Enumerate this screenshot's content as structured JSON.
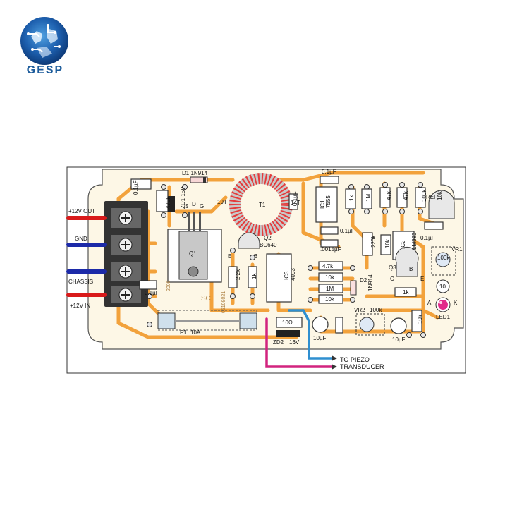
{
  "logo": {
    "text": "GESP"
  },
  "terminals": {
    "out": "+12V OUT",
    "gnd": "GND",
    "chassis": "CHASSIS",
    "in": "+12V IN"
  },
  "components": {
    "d1": "D1 1N914",
    "zd1": "ZD1 15V",
    "t1": "T1",
    "turns19": "19T",
    "turns14": "14T",
    "q1": "Q1",
    "q1_s": "S",
    "q1_d": "D",
    "q1_g": "G",
    "q2": "Q2",
    "q2_type": "BC640",
    "q3": "Q3",
    "ic1": "IC1",
    "ic1_type": "7555",
    "ic2": "IC2",
    "ic2_type": "LM393",
    "ic3": "IC3",
    "ic3_type": "4093",
    "r470k": "470k",
    "r2k2": "2.2k",
    "r1k_a": "1k",
    "r1k_b": "1k",
    "r1m_a": "1M",
    "r1m_b": "1M",
    "r47k_a": "47k",
    "r47k_b": "47k",
    "r100k": "100k",
    "r10k_a": "10k",
    "r10k_b": "10k",
    "r10k_c": "10k",
    "r10k_d": "10k",
    "r10k_e": "10k",
    "r4k7": "4.7k",
    "r220k": "220k",
    "r1k_c": "1k",
    "r10ohm": "10Ω",
    "c01_a": "0.1µF",
    "c01_b": "0.1µF",
    "c01_c": "0.1µF",
    "c01_d": "0.1µF",
    "c01_e": "0.1µF",
    "c01_f": "0.1µF",
    "c0015": ".0015µF",
    "c10_a": "10µF",
    "c10_b": "10µF",
    "vr1": "VR1",
    "vr1_val": "100k",
    "vr2": "VR2",
    "vr2_val": "100k",
    "ref1": "REF1",
    "led1": "LED1",
    "led_a": "A",
    "led_k": "K",
    "d2": "D2",
    "d2_type": "1N914",
    "zd2": "ZD2",
    "zd2_val": "16V",
    "f1": "F1",
    "f1_val": "10A",
    "q3_b": "B",
    "q3_c": "C",
    "q3_e": "E",
    "q2_b": "B",
    "q2_e": "E",
    "c10_t": "10",
    "board_code": "05108021",
    "sc": "SC",
    "year": "2008"
  },
  "piezo": {
    "line1": "TO PIEZO",
    "line2": "TRANSDUCER"
  },
  "colors": {
    "track": "#f2a23c",
    "board": "#fdf7e6",
    "lead_pink": "#d2237f",
    "lead_blue": "#2f8fd0"
  }
}
